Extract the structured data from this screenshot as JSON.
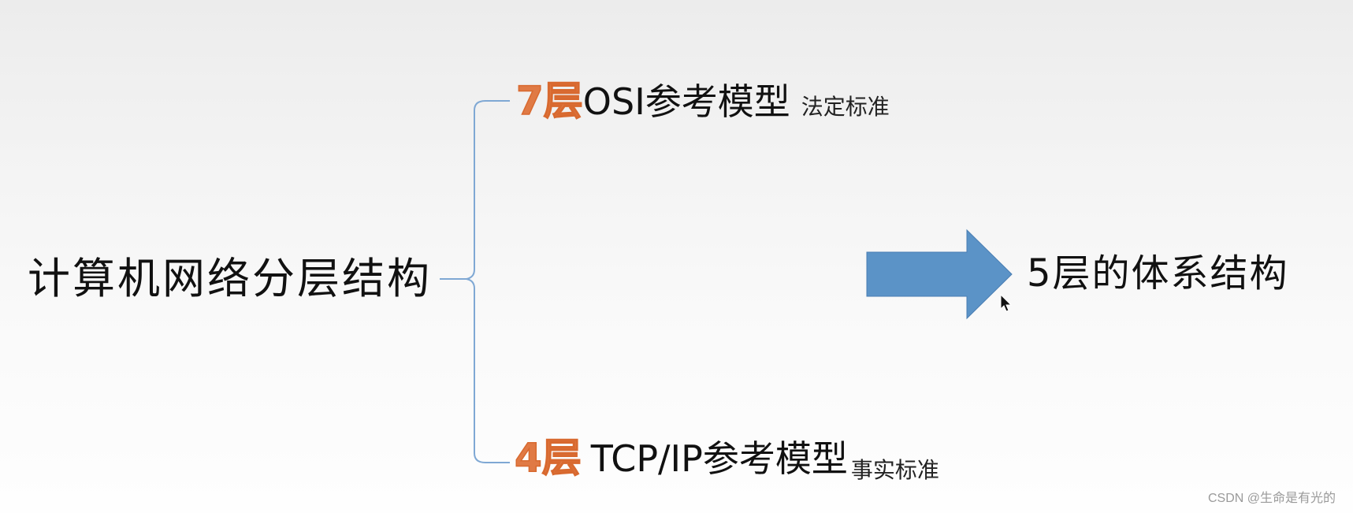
{
  "diagram": {
    "root": {
      "label": "计算机网络分层结构"
    },
    "branches": [
      {
        "layer_count": "7层",
        "model": "OSI参考模型",
        "note": "法定标准",
        "layer_color": "#e07a45"
      },
      {
        "layer_count": "4层",
        "model": "TCP/IP参考模型",
        "note": "事实标准",
        "layer_color": "#e07a45"
      }
    ],
    "arrow": {
      "color": "#5b93c7",
      "direction": "right"
    },
    "result": {
      "label": "5层的体系结构"
    },
    "bracket": {
      "color": "#7fa8d4"
    }
  },
  "watermark": {
    "text": "CSDN @生命是有光的"
  },
  "cursor": {
    "icon": "mouse-pointer-icon"
  }
}
